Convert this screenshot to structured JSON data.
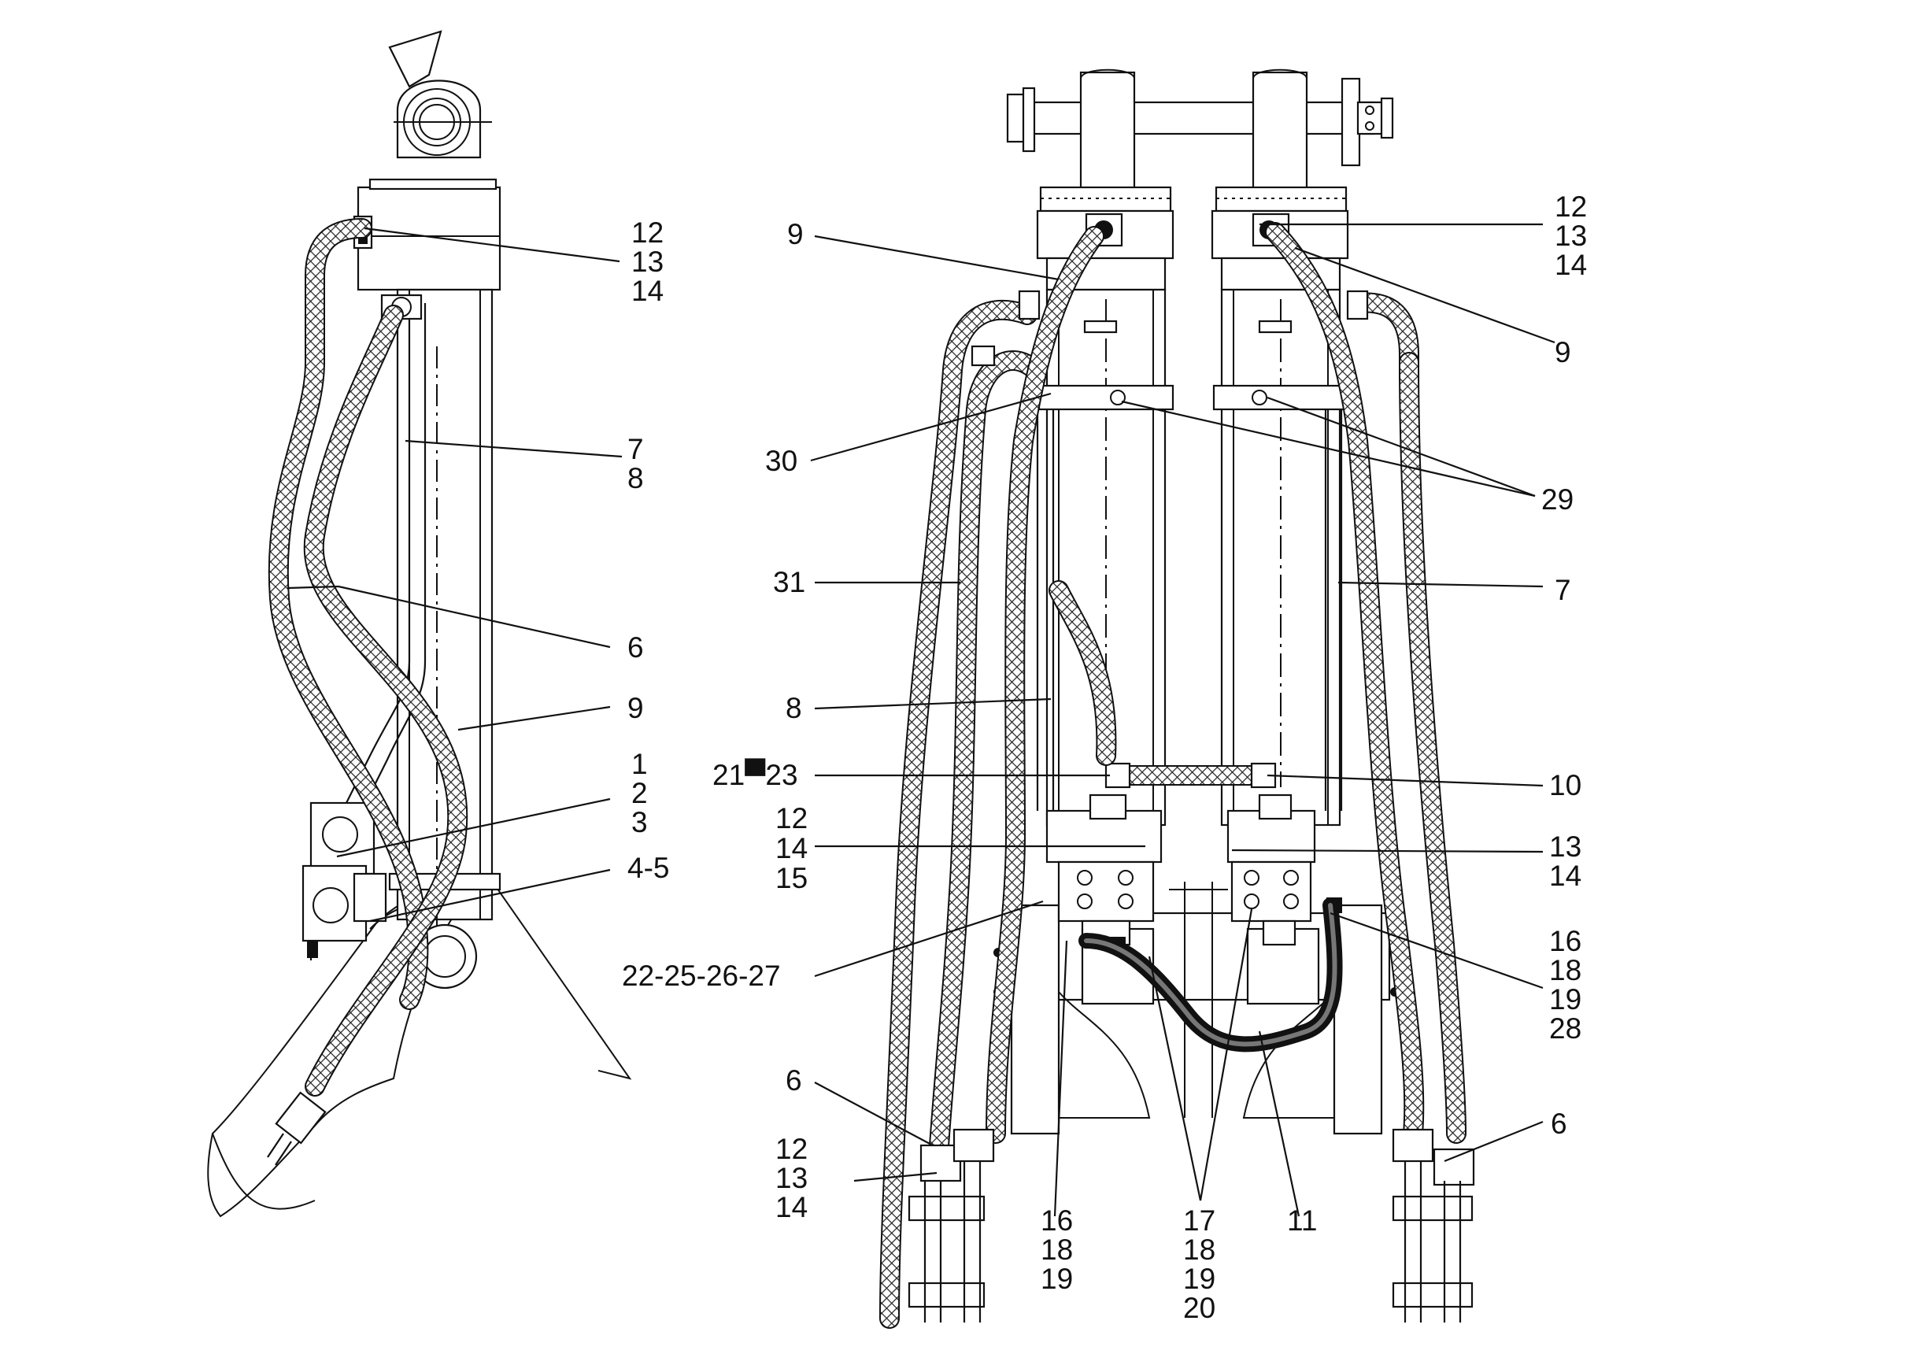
{
  "callouts": {
    "left_view": {
      "l12_13_14": [
        "12",
        "13",
        "14"
      ],
      "l7_8": [
        "7",
        "8"
      ],
      "l6": "6",
      "l9": "9",
      "l1_2_3": [
        "1",
        "2",
        "3"
      ],
      "l4_5": "4-5"
    },
    "right_view": {
      "l9_top_left": "9",
      "l12_13_14_top_right": [
        "12",
        "13",
        "14"
      ],
      "l9_right": "9",
      "l30": "30",
      "l29": "29",
      "l31": "31",
      "l7": "7",
      "l8": "8",
      "l21_23": "21▀23",
      "l10": "10",
      "l12_14_15": [
        "12",
        "14",
        "15"
      ],
      "l13_14_right": [
        "13",
        "14"
      ],
      "l22_27": "22-25-26-27",
      "l16_18_19_28": [
        "16",
        "18",
        "19",
        "28"
      ],
      "l6_left": "6",
      "l12_13_14_bottom": [
        "12",
        "13",
        "14"
      ],
      "l16_18_19_bottom": [
        "16",
        "18",
        "19"
      ],
      "l17_18_19_20": [
        "17",
        "18",
        "19",
        "20"
      ],
      "l11": "11",
      "l6_right": "6"
    }
  }
}
